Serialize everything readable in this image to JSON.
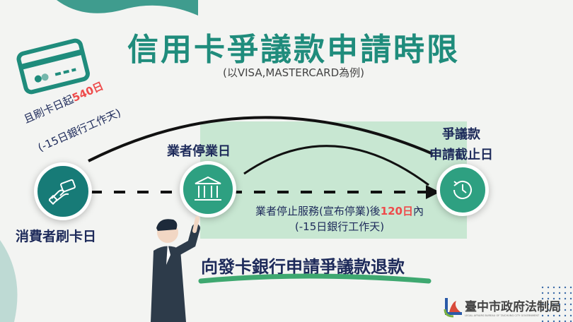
{
  "title": "信用卡爭議款申請時限",
  "subtitle": "(以VISA,MASTERCARD為例)",
  "nodes": {
    "consumer": {
      "label": "消費者刷卡日",
      "icon": "hand-card-icon"
    },
    "closure": {
      "label": "業者停業日",
      "icon": "bank-building-icon"
    },
    "deadline": {
      "label_line1": "爭議款",
      "label_line2": "申請截止日",
      "icon": "clock-icon"
    }
  },
  "arc_long": {
    "prefix": "且刷卡日起",
    "days": "540日",
    "note": "(-15日銀行工作天)"
  },
  "arc_short": {
    "prefix": "業者停止服務(宣布停業)後",
    "days": "120日",
    "suffix": "內",
    "note": "(-15日銀行工作天)"
  },
  "action": "向發卡銀行申請爭議款退款",
  "logo": {
    "name": "臺中市政府法制局",
    "english": "LEGAL AFFAIRS BUREAU OF TAICHUNG CITY GOVERNMENT"
  },
  "colors": {
    "accent": "#1f8c7c",
    "highlight": "#ee4b4b",
    "navy": "#1d2a5a",
    "panel": "#c8e7d2"
  }
}
